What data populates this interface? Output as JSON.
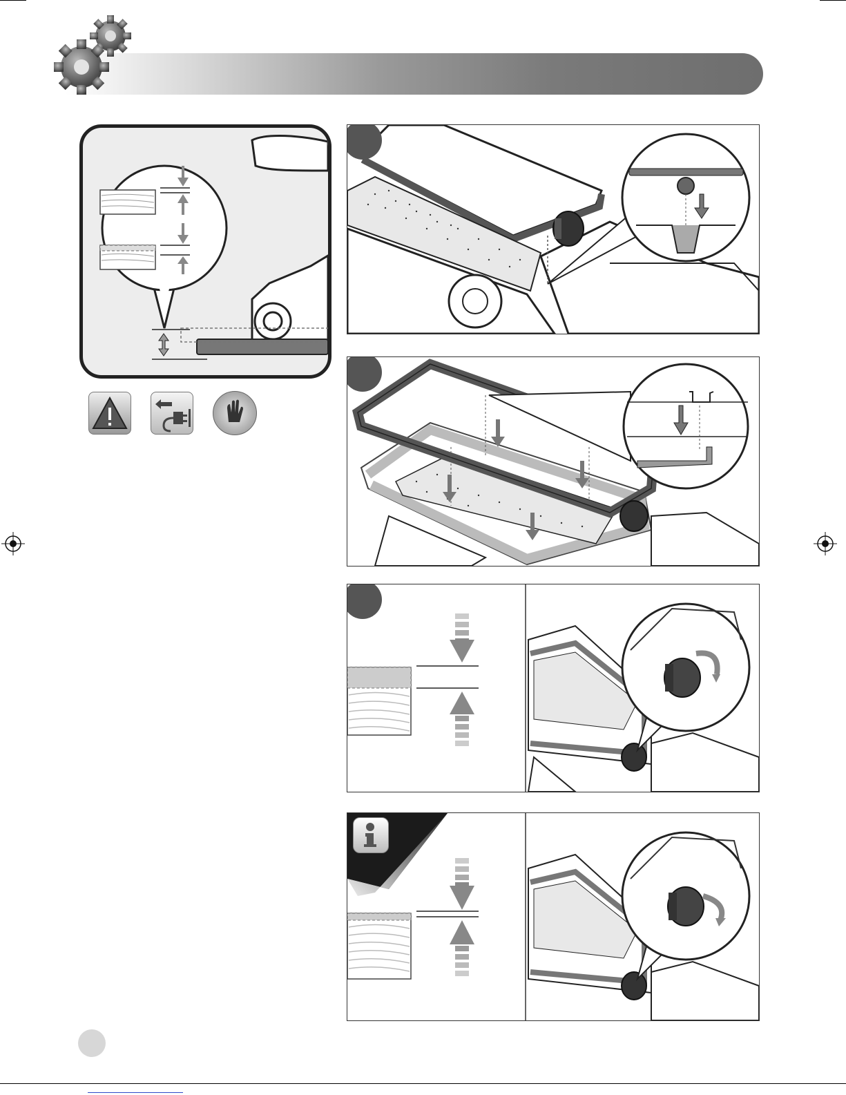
{
  "page": {
    "title": "",
    "page_number": ""
  },
  "icons": {
    "header": "gears-icon",
    "safety": [
      "warning-triangle-icon",
      "unplug-icon",
      "gloves-icon"
    ],
    "info": "info-icon",
    "registration": "crosshair-mark-icon"
  },
  "colors": {
    "header_gradient_dark": "#6e6e6e",
    "step_badge": "#555555",
    "frame_dark": "#555555",
    "frame_light": "#bdbdbd",
    "page_badge": "#d7d7d7",
    "footer_link": "#2f49c8"
  },
  "steps": [
    {
      "label": "",
      "illustration": "attach-graphite-frame-hook"
    },
    {
      "label": "",
      "illustration": "lower-frame-onto-sander"
    },
    {
      "label": "",
      "illustration": "adjust-depth-knob-clockwise"
    },
    {
      "label": "",
      "illustration": "adjust-depth-knob-flush"
    }
  ]
}
